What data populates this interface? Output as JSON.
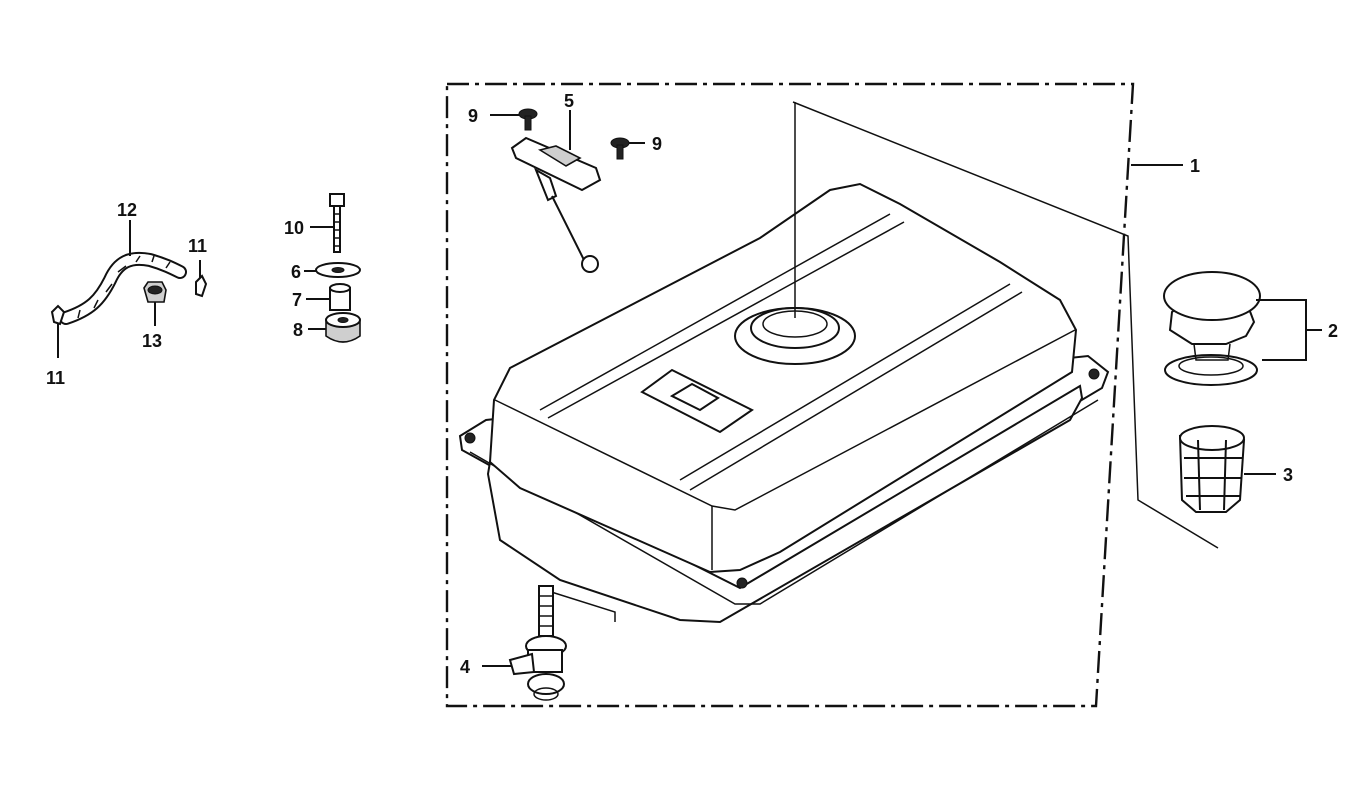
{
  "callouts": {
    "c1": "1",
    "c2": "2",
    "c3": "3",
    "c4": "4",
    "c5": "5",
    "c6": "6",
    "c7": "7",
    "c8": "8",
    "c9a": "9",
    "c9b": "9",
    "c10": "10",
    "c11a": "11",
    "c11b": "11",
    "c12": "12",
    "c13": "13"
  },
  "colors": {
    "line": "#111111",
    "background": "#ffffff"
  }
}
